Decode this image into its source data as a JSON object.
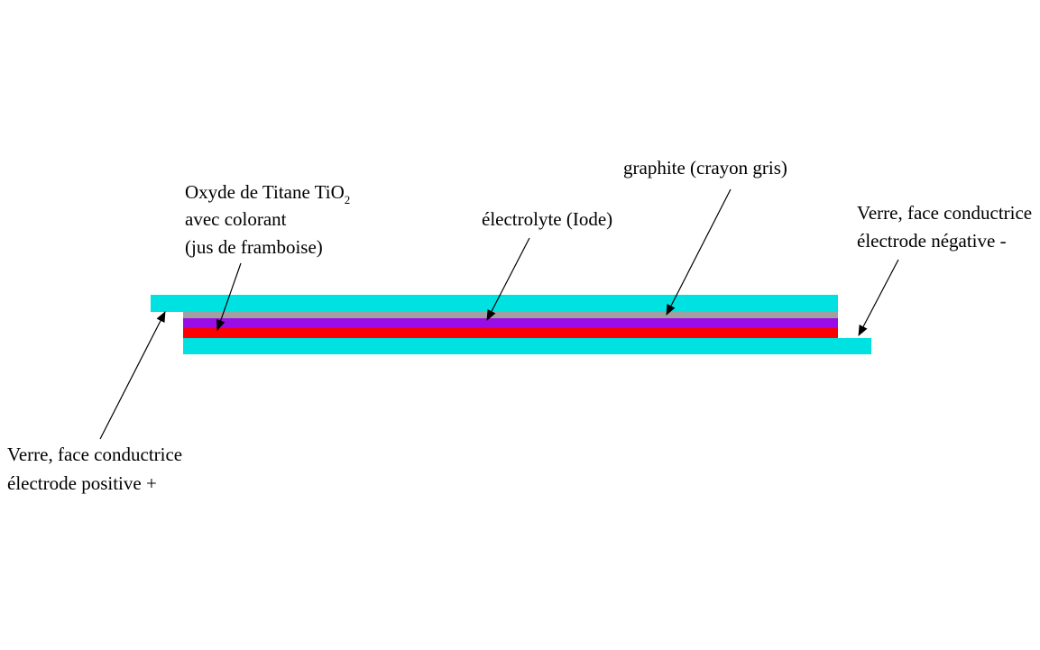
{
  "labels": {
    "tio2": {
      "line1": "Oxyde de Titane TiO",
      "line1_sub": "2",
      "line2": "avec colorant",
      "line3": "(jus de framboise)"
    },
    "electrolyte": "électrolyte (Iode)",
    "graphite": "graphite (crayon gris)",
    "negative": {
      "line1": "Verre, face conductrice",
      "line2": "électrode négative -"
    },
    "positive": {
      "line1": "Verre, face conductrice",
      "line2": "électrode positive +"
    }
  },
  "colors": {
    "glass": "#00E1E1",
    "graphite": "#A0A0A0",
    "electrolyte": "#9B0DE6",
    "tio2": "#FF0000",
    "background": "#FFFFFF",
    "text": "#000000"
  }
}
